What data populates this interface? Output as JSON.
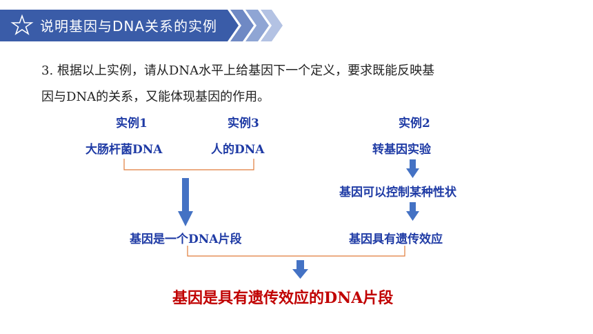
{
  "header": {
    "title": "说明基因与DNA关系的实例",
    "colors": {
      "banner": "#3A5CA8",
      "chevron": "#7F97CC"
    }
  },
  "question": {
    "line1": "3. 根据以上实例，请从DNA水平上给基因下一个定义，要求既能反映基",
    "line2": "因与DNA的关系，又能体现基因的作用。"
  },
  "diagram": {
    "example1": {
      "heading": "实例1",
      "text": "大肠杆菌DNA"
    },
    "example3": {
      "heading": "实例3",
      "text": "人的DNA"
    },
    "example2": {
      "heading": "实例2",
      "text": "转基因实验"
    },
    "step_trait": "基因可以控制某种性状",
    "left_result": "基因是一个DNA片段",
    "right_result": "基因具有遗传效应",
    "conclusion": "基因是具有遗传效应的DNA片段",
    "colors": {
      "label": "#1F3BA5",
      "arrow": "#4472C4",
      "bracket": "#E07B39",
      "conclusion": "#C00000"
    }
  }
}
